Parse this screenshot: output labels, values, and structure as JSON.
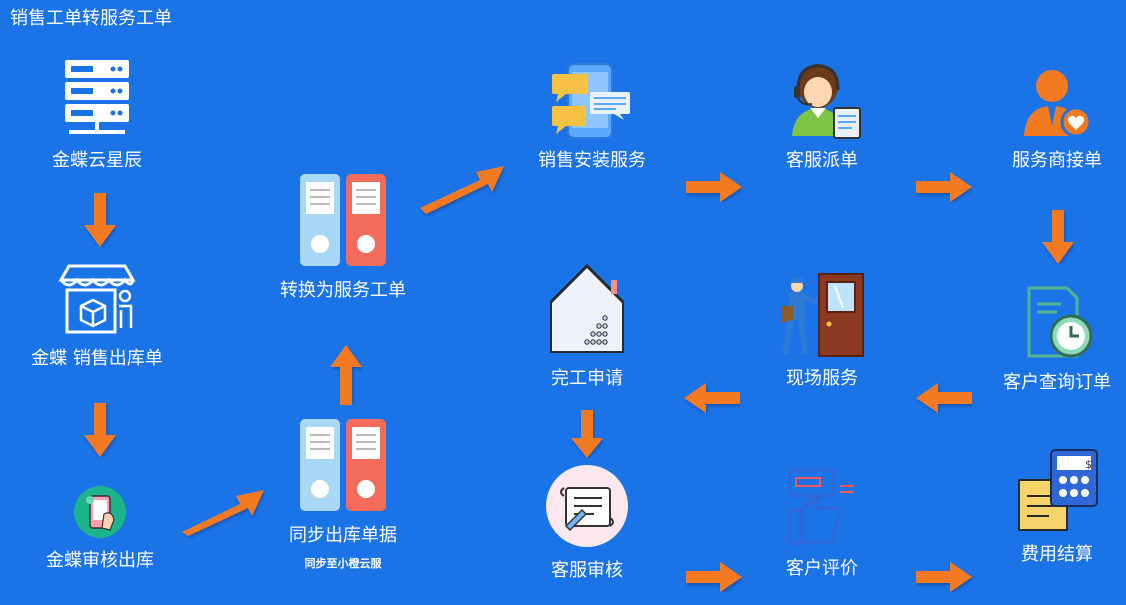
{
  "title": "销售工单转服务工单",
  "nodes": {
    "kingdee_cloud": "金蝶云星辰",
    "sales_outbound": "金蝶 销售出库单",
    "audit_outbound": "金蝶审核出库",
    "sync_outbound": "同步出库单据",
    "sync_sub": "同步至小橙云服",
    "convert_service": "转换为服务工单",
    "install_service": "销售安装服务",
    "dispatch": "客服派单",
    "provider_accept": "服务商接单",
    "query_order": "客户查询订单",
    "onsite_service": "现场服务",
    "completion_request": "完工申请",
    "service_audit": "客服审核",
    "customer_review": "客户评价",
    "fee_settlement": "费用结算"
  },
  "colors": {
    "background": "#1a74e8",
    "arrow": "#f47a20",
    "text": "#ffffff"
  }
}
